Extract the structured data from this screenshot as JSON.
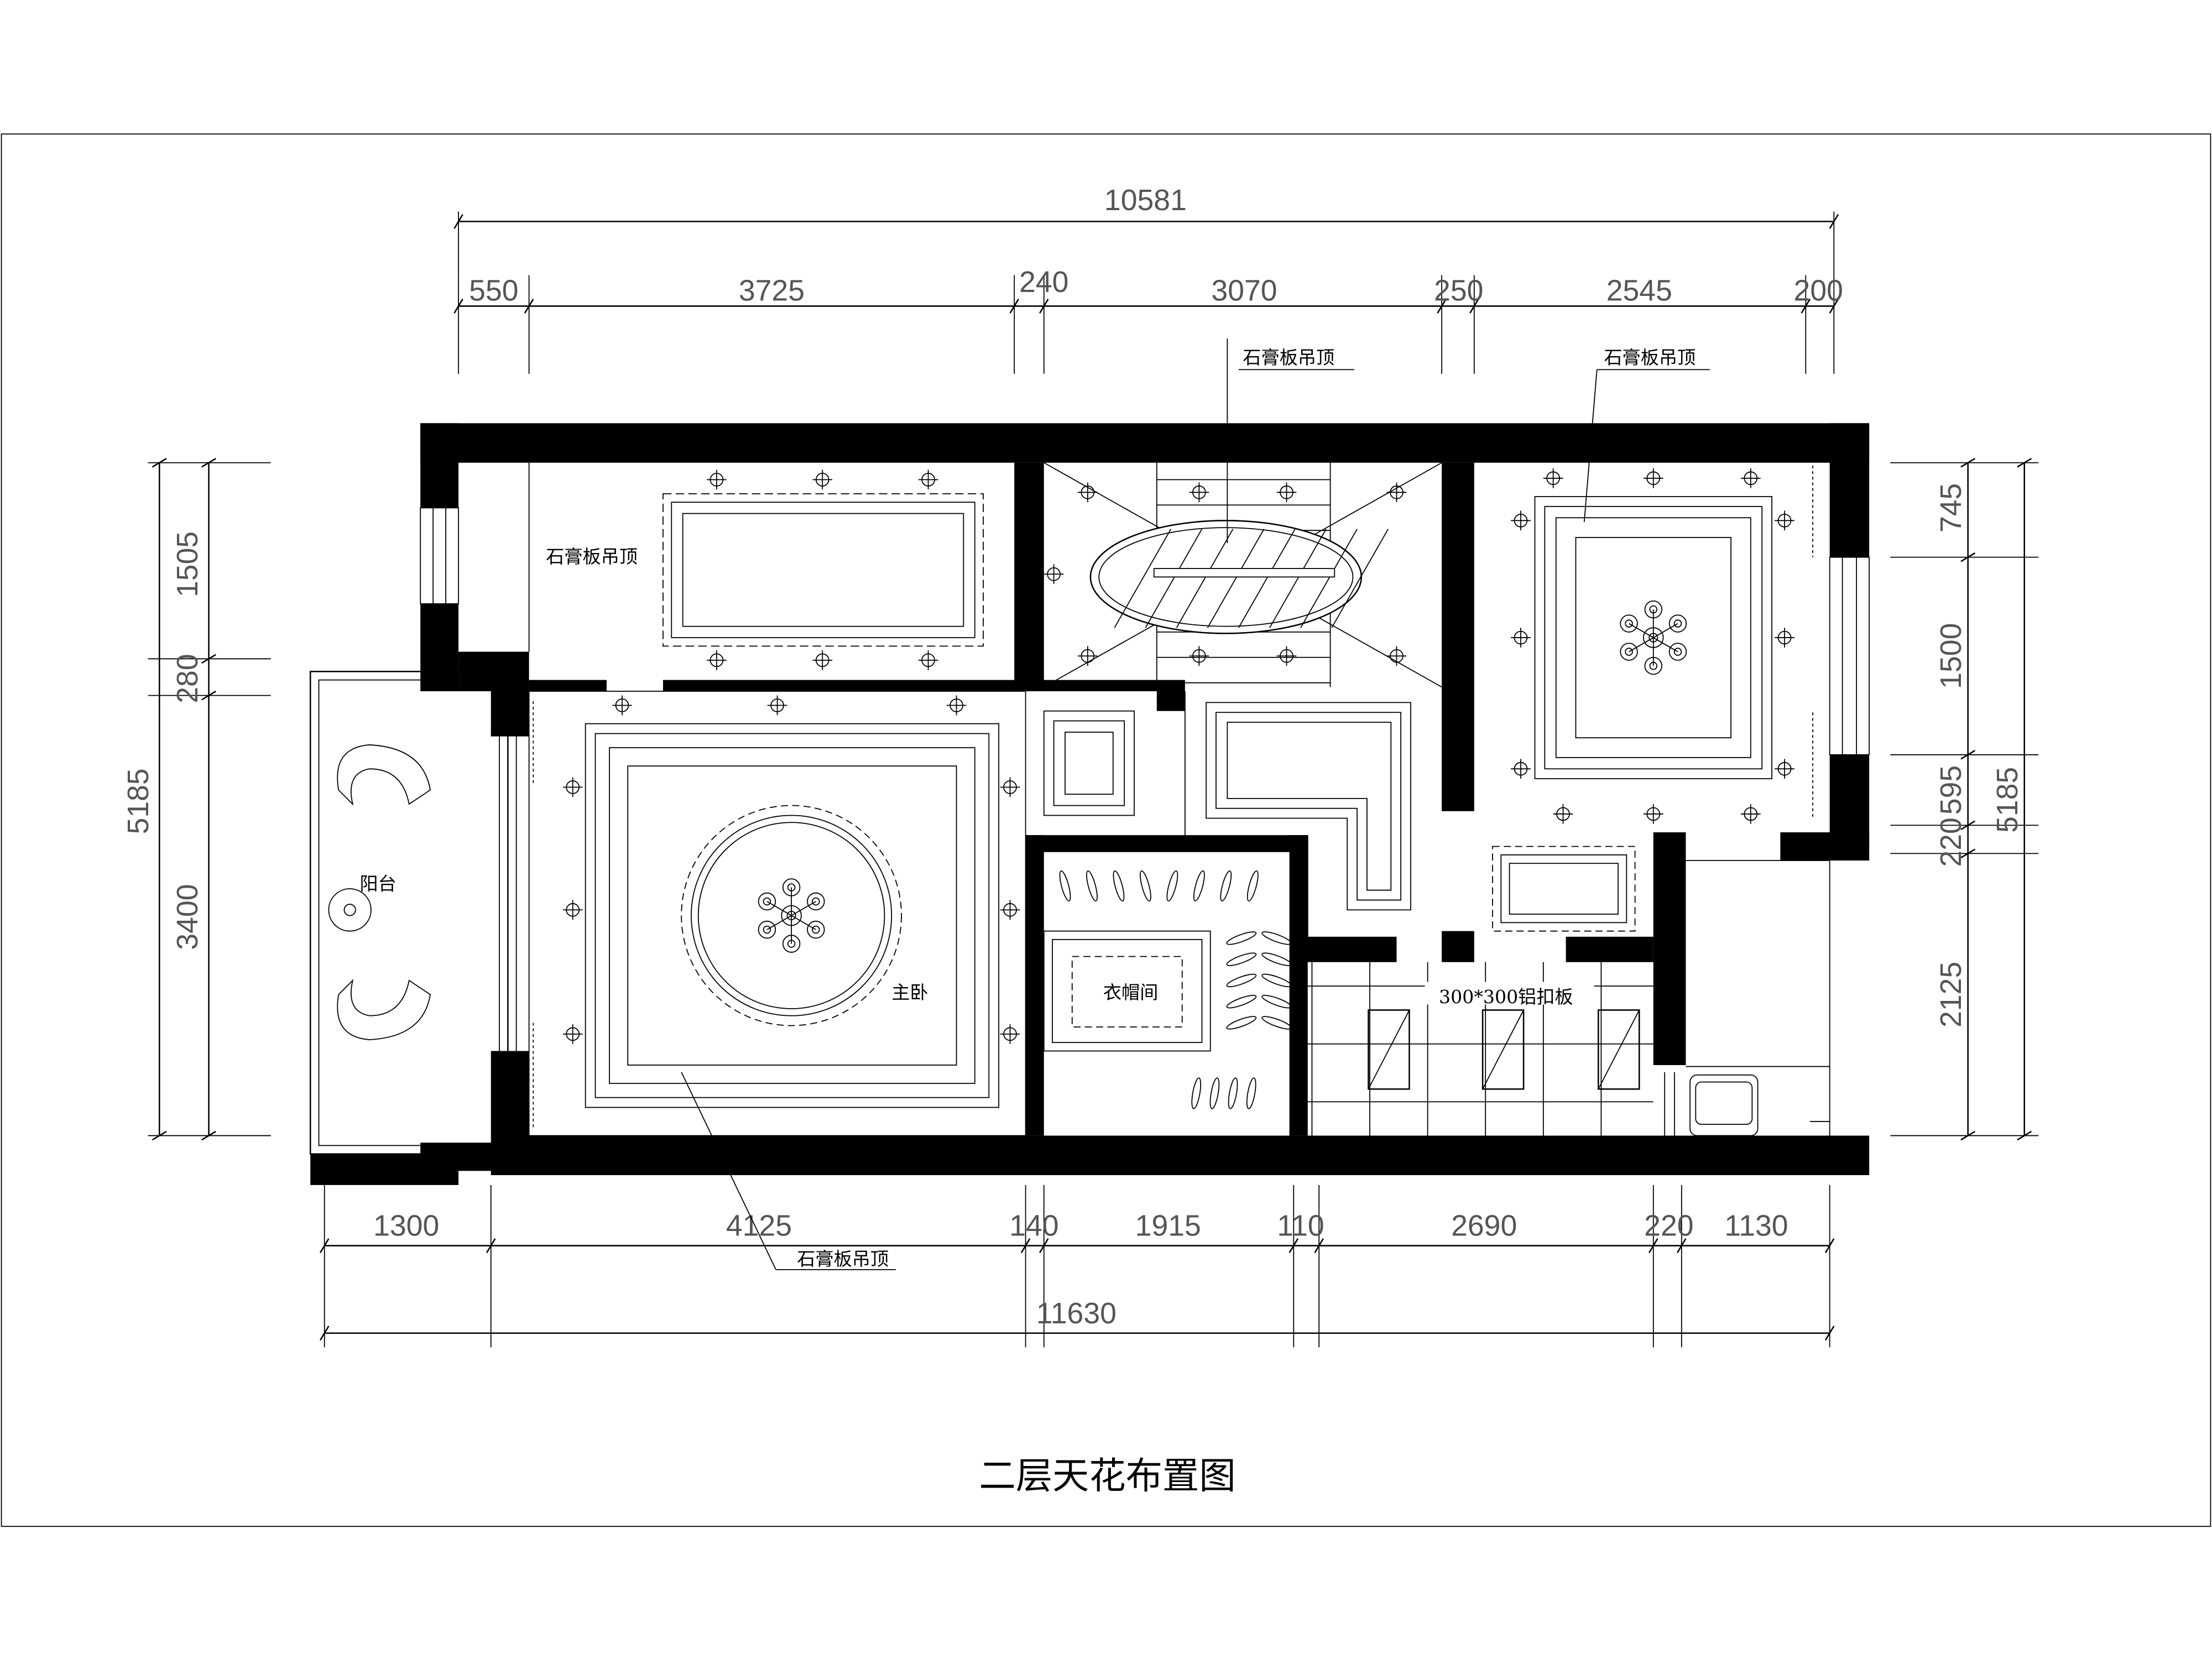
{
  "drawing": {
    "title": "二层天花布置图",
    "top_dimensions": {
      "overall": "10581",
      "segments": [
        "550",
        "3725",
        "240",
        "3070",
        "250",
        "2545",
        "200"
      ]
    },
    "bottom_dimensions": {
      "overall": "11630",
      "segments": [
        "1300",
        "4125",
        "140",
        "1915",
        "110",
        "2690",
        "220",
        "1130"
      ]
    },
    "left_dimensions": {
      "overall": "5185",
      "segments": [
        "1505",
        "280",
        "3400"
      ]
    },
    "right_dimensions": {
      "overall": "5185",
      "segments": [
        "745",
        "1500",
        "595",
        "220",
        "2125"
      ]
    },
    "labels": {
      "gypsum_ceiling_1": "石膏板吊顶",
      "gypsum_ceiling_2": "石膏板吊顶",
      "gypsum_ceiling_3": "石膏板吊顶",
      "gypsum_ceiling_4": "石膏板吊顶",
      "balcony": "阳台",
      "master_bedroom": "主卧",
      "cloakroom": "衣帽间",
      "aluminum_ceiling": "300*300铝扣板"
    }
  }
}
